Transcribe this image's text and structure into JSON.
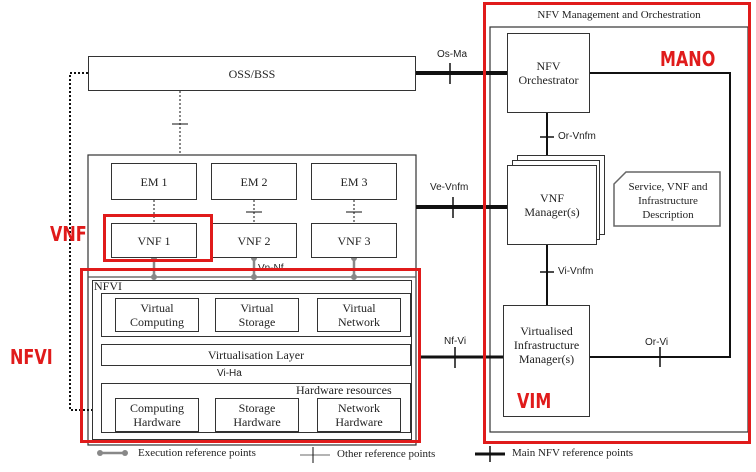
{
  "mano": {
    "title": "NFV Management and Orchestration",
    "orchestrator": "NFV Orchestrator",
    "vnfm": "VNF Manager(s)",
    "vim": "Virtualised Infrastructure Manager(s)",
    "descriptor": "Service, VNF and Infrastructure Description"
  },
  "oss": "OSS/BSS",
  "ems": [
    "EM 1",
    "EM 2",
    "EM 3"
  ],
  "vnfs": [
    "VNF 1",
    "VNF 2",
    "VNF 3"
  ],
  "nfvi": {
    "label": "NFVI",
    "virtual": [
      "Virtual Computing",
      "Virtual Storage",
      "Virtual Network"
    ],
    "layer": "Virtualisation Layer",
    "hw_label": "Hardware resources",
    "hardware": [
      "Computing Hardware",
      "Storage Hardware",
      "Network Hardware"
    ]
  },
  "ref_points": {
    "os_ma": "Os-Ma",
    "or_vnfm": "Or-Vnfm",
    "ve_vnfm": "Ve-Vnfm",
    "vi_vnfm": "Vi-Vnfm",
    "vn_nf": "Vn-Nf",
    "nf_vi": "Nf-Vi",
    "or_vi": "Or-Vi",
    "vi_ha": "Vi-Ha"
  },
  "highlights": {
    "mano": "MANO",
    "vnf": "VNF",
    "nfvi": "NFVI",
    "vim": "VIM",
    "color": "#e01b1b"
  },
  "legend": [
    "Execution reference points",
    "Other reference points",
    "Main NFV reference points"
  ]
}
